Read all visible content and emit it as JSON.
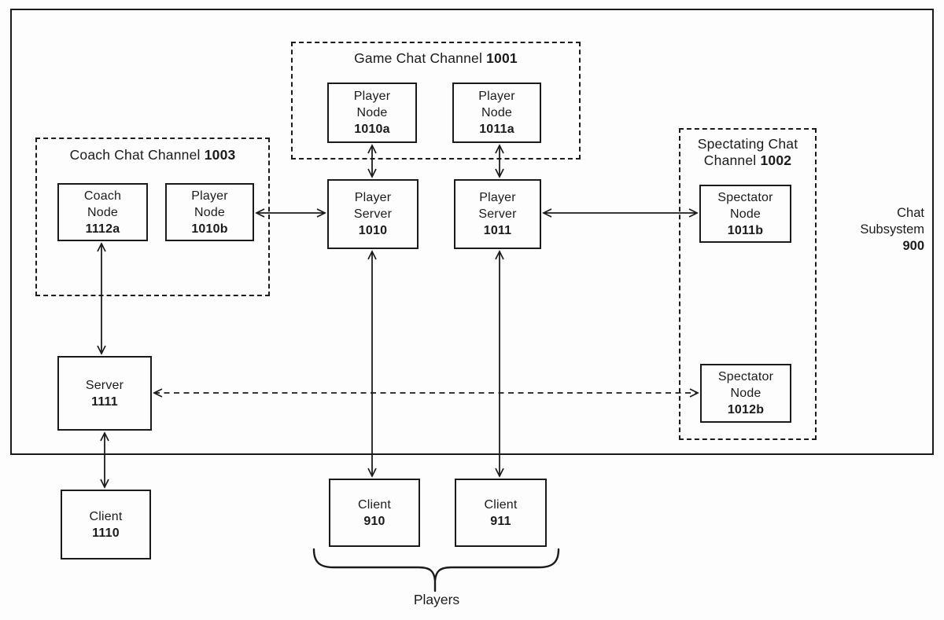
{
  "figure": {
    "background": "#fdfdfd",
    "line_color": "#1b1b1b"
  },
  "containers": {
    "game_chat": {
      "title": "Game Chat Channel",
      "ref": "1001"
    },
    "coach_chat": {
      "title": "Coach Chat Channel",
      "ref": "1003"
    },
    "spectating_chat": {
      "title_line1": "Spectating Chat",
      "title_line2": "Channel",
      "ref": "1002"
    }
  },
  "nodes": {
    "player_node_1010a": {
      "line1": "Player",
      "line2": "Node",
      "ref": "1010a"
    },
    "player_node_1011a": {
      "line1": "Player",
      "line2": "Node",
      "ref": "1011a"
    },
    "coach_node_1112a": {
      "line1": "Coach",
      "line2": "Node",
      "ref": "1112a"
    },
    "player_node_1010b": {
      "line1": "Player",
      "line2": "Node",
      "ref": "1010b"
    },
    "spectator_node_1011b": {
      "line1": "Spectator",
      "line2": "Node",
      "ref": "1011b"
    },
    "spectator_node_1012b": {
      "line1": "Spectator",
      "line2": "Node",
      "ref": "1012b"
    },
    "player_server_1010": {
      "line1": "Player",
      "line2": "Server",
      "ref": "1010"
    },
    "player_server_1011": {
      "line1": "Player",
      "line2": "Server",
      "ref": "1011"
    },
    "server_1111": {
      "line1": "Server",
      "ref": "1111"
    },
    "client_1110": {
      "line1": "Client",
      "ref": "1110"
    },
    "client_910": {
      "line1": "Client",
      "ref": "910"
    },
    "client_911": {
      "line1": "Client",
      "ref": "911"
    }
  },
  "labels": {
    "chat_subsystem": {
      "line1": "Chat",
      "line2": "Subsystem",
      "ref": "900"
    },
    "players_brace": "Players"
  }
}
